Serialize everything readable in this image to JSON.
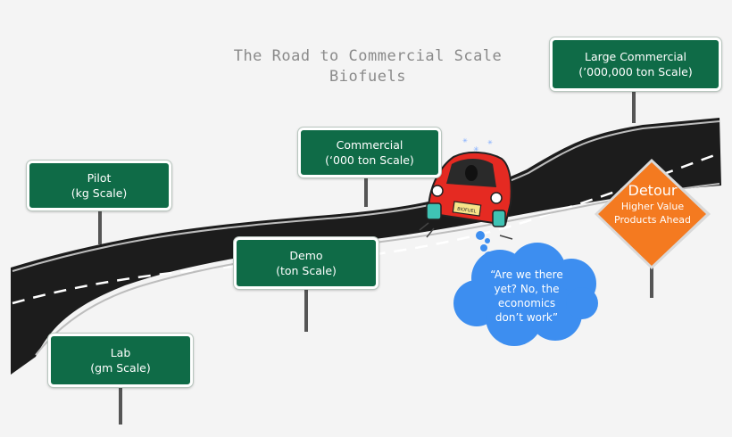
{
  "title_line1": "The Road to Commercial Scale",
  "title_line2": "Biofuels",
  "signs": {
    "lab": {
      "line1": "Lab",
      "line2": "(gm Scale)"
    },
    "pilot": {
      "line1": "Pilot",
      "line2": "(kg Scale)"
    },
    "demo": {
      "line1": "Demo",
      "line2": "(ton Scale)"
    },
    "commercial": {
      "line1": "Commercial",
      "line2": "(‘000 ton Scale)"
    },
    "large_commercial": {
      "line1": "Large Commercial",
      "line2": "(’000,000 ton Scale)"
    }
  },
  "detour": {
    "title": "Detour",
    "line1": "Higher Value",
    "line2": "Products Ahead"
  },
  "car_plate": "BIOFUEL",
  "thought_bubble": {
    "line1": "“Are we there",
    "line2": "yet?  No, the",
    "line3": "economics",
    "line4": "don’t work”"
  },
  "colors": {
    "sign_green": "#0f6b47",
    "detour_orange": "#f47a20",
    "bubble_blue": "#3d8ef0",
    "car_red": "#e52a22",
    "road": "#1c1c1c"
  }
}
